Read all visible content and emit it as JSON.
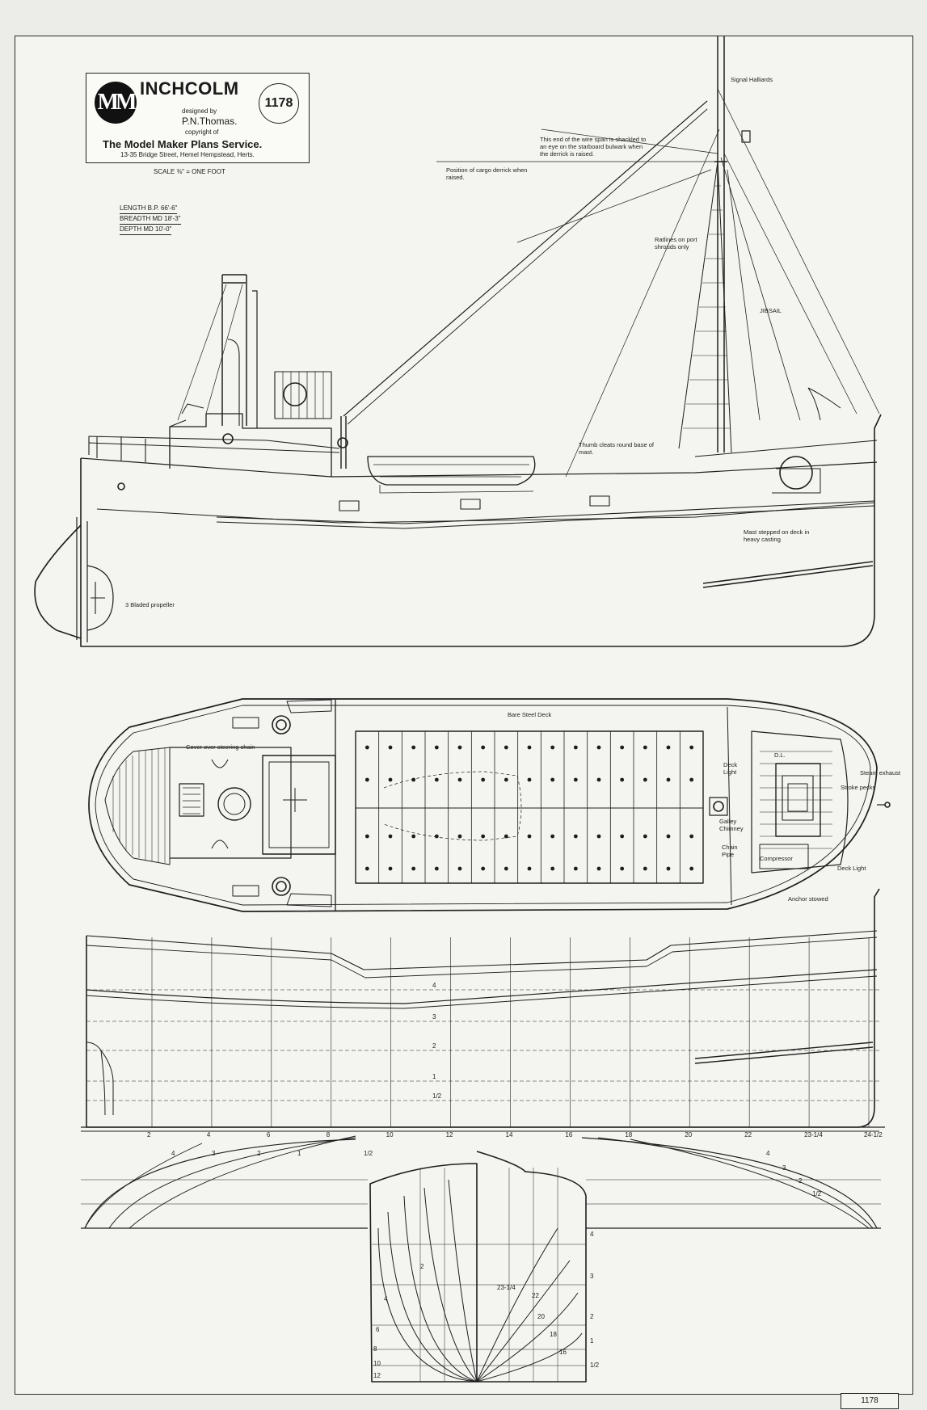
{
  "title_block": {
    "logo_text": "MM",
    "name": "INCHCOLM",
    "designed_by_label": "designed by",
    "designer": "P.N.Thomas.",
    "copyright_label": "copyright of",
    "service": "The Model Maker Plans Service.",
    "address": "13-35 Bridge Street, Hemel Hempstead, Herts.",
    "plan_number": "1178"
  },
  "scale": "SCALE ⅜\" = ONE FOOT",
  "dimensions": [
    "LENGTH B.P. 66'-6\"",
    "BREADTH MD 18'-3\"",
    "DEPTH MD 10'-0\""
  ],
  "labels": {
    "signal_halliards": "Signal Halliards",
    "wire_span": "This end of the wire span is shackled to an eye on the starboard bulwark when the derrick is raised.",
    "cargo_derrick": "Position of cargo derrick when raised.",
    "ratlines": "Ratlines on port shrouds only",
    "jibsail": "JIBSAIL",
    "thumb_cleats": "Thumb cleats round base of mast.",
    "mast_stepped": "Mast stepped on deck in heavy casting",
    "propeller": "3 Bladed propeller",
    "bare_steel_deck": "Bare Steel Deck",
    "steering_cover": "Cover over steering chain",
    "deck_light_1": "Deck Light",
    "galley_chimney": "Galley Chimney",
    "chain_pipe": "Chain Pipe",
    "steam_exhaust": "Steam exhaust",
    "stroke_pecks": "Stroke pecks",
    "compressor": "Compressor",
    "deck_light_2": "Deck Light",
    "anchor_stowed": "Anchor stowed",
    "dl": "D.L."
  },
  "waterlines": [
    "4",
    "3",
    "2",
    "1",
    "1/2"
  ],
  "stations": [
    "2",
    "4",
    "6",
    "8",
    "10",
    "12",
    "14",
    "16",
    "18",
    "20",
    "22",
    "23-1/4",
    "24-1/2"
  ],
  "body_plan_aft": [
    "4",
    "3",
    "2",
    "1",
    "1/2"
  ],
  "body_plan_fwd": [
    "4",
    "3",
    "2",
    "1/2"
  ],
  "body_plan_section_labels": [
    "23-1/4",
    "22",
    "20",
    "18",
    "16",
    "2",
    "4",
    "6",
    "8",
    "10",
    "12"
  ],
  "body_plan_wl": [
    "4",
    "3",
    "2",
    "1",
    "1/2"
  ],
  "corner_number": "1178"
}
